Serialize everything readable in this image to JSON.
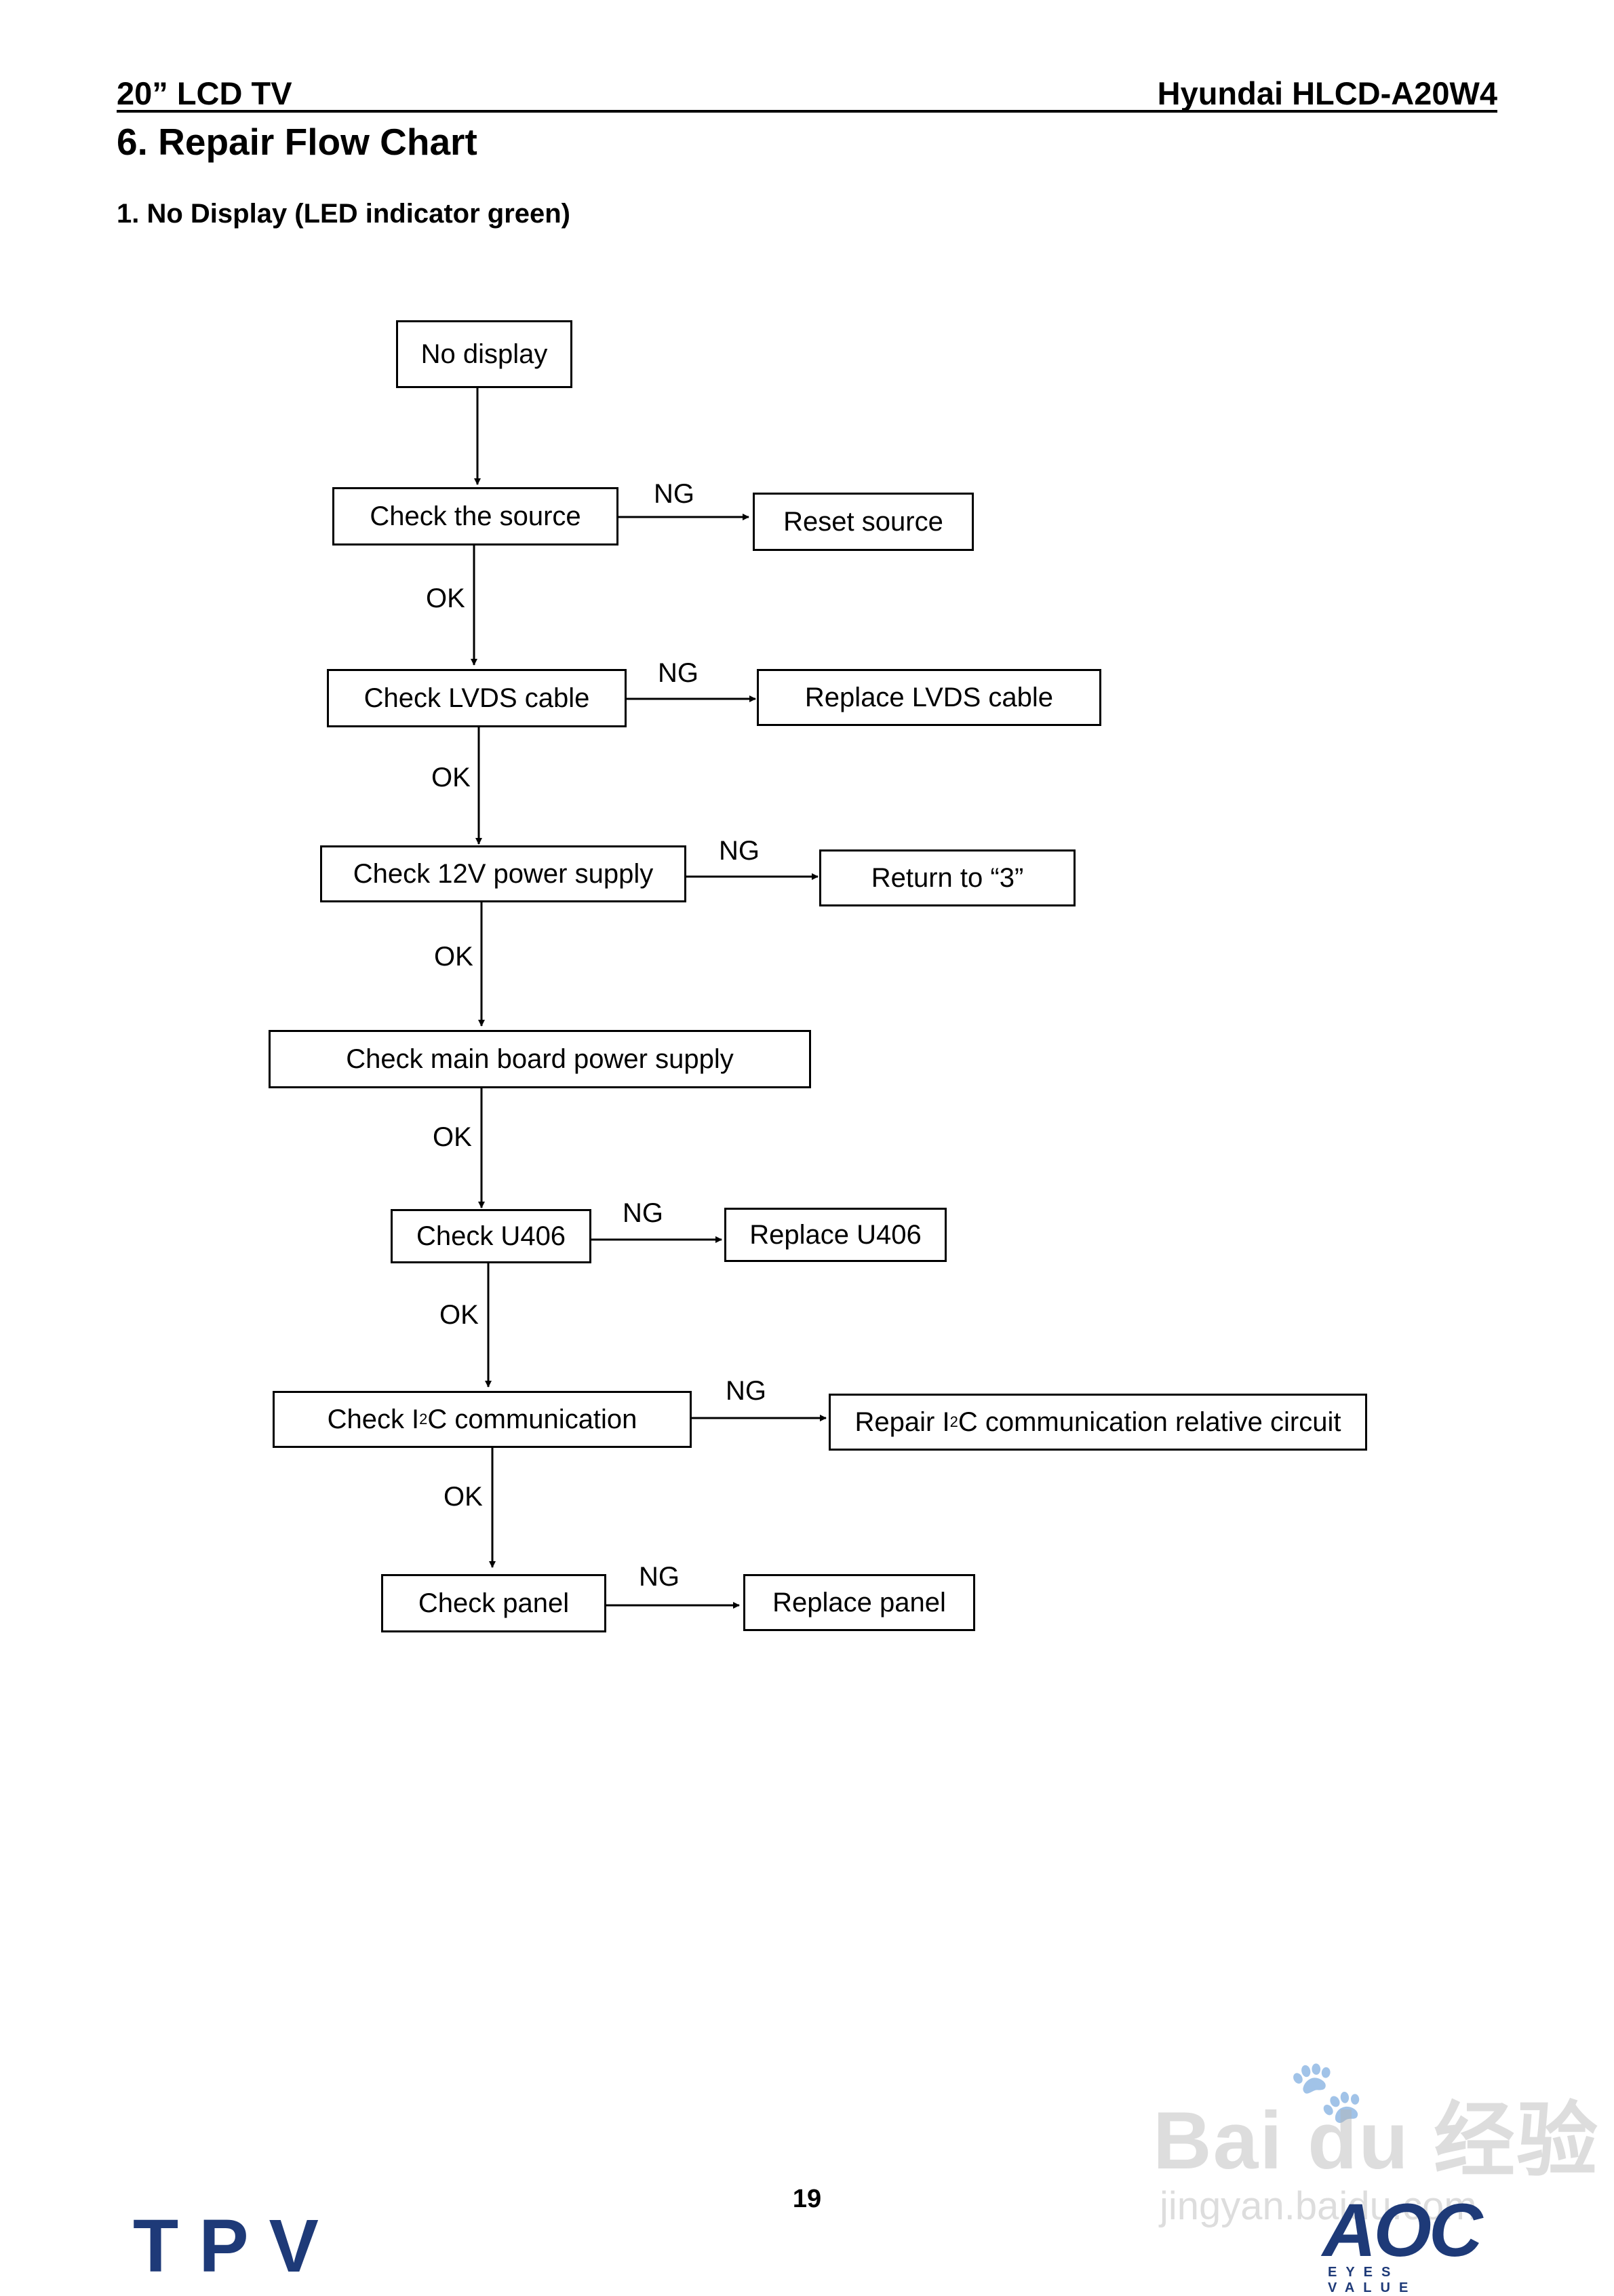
{
  "header": {
    "left": "20” LCD TV",
    "right": "Hyundai HLCD-A20W4"
  },
  "section_title": "6. Repair Flow Chart",
  "subsection_title": "1. No Display (LED indicator green)",
  "flow": {
    "start": "No display",
    "steps": [
      {
        "check": "Check the source",
        "fail_label": "NG",
        "fail_action": "Reset source",
        "pass_label": "OK"
      },
      {
        "check": "Check LVDS cable",
        "fail_label": "NG",
        "fail_action": "Replace LVDS cable",
        "pass_label": "OK"
      },
      {
        "check": "Check 12V power supply",
        "fail_label": "NG",
        "fail_action": "Return to “3”",
        "pass_label": "OK"
      },
      {
        "check": "Check main board power supply",
        "pass_label": "OK"
      },
      {
        "check": "Check U406",
        "fail_label": "NG",
        "fail_action": "Replace U406",
        "pass_label": "OK"
      },
      {
        "check_pre": "Check I",
        "check_sup": "2",
        "check_post": "C communication",
        "fail_label": "NG",
        "fail_pre": "Repair I",
        "fail_sup": "2",
        "fail_post": "C communication relative circuit",
        "pass_label": "OK"
      },
      {
        "check": "Check panel",
        "fail_label": "NG",
        "fail_action": "Replace panel"
      }
    ]
  },
  "footer": {
    "page_number": "19",
    "logo_left": "TPV",
    "logo_right": "AOC",
    "logo_right_tagline": "EYES VALUE",
    "watermark": "Bai du 经验",
    "watermark_url": "jingyan.baidu.com"
  }
}
